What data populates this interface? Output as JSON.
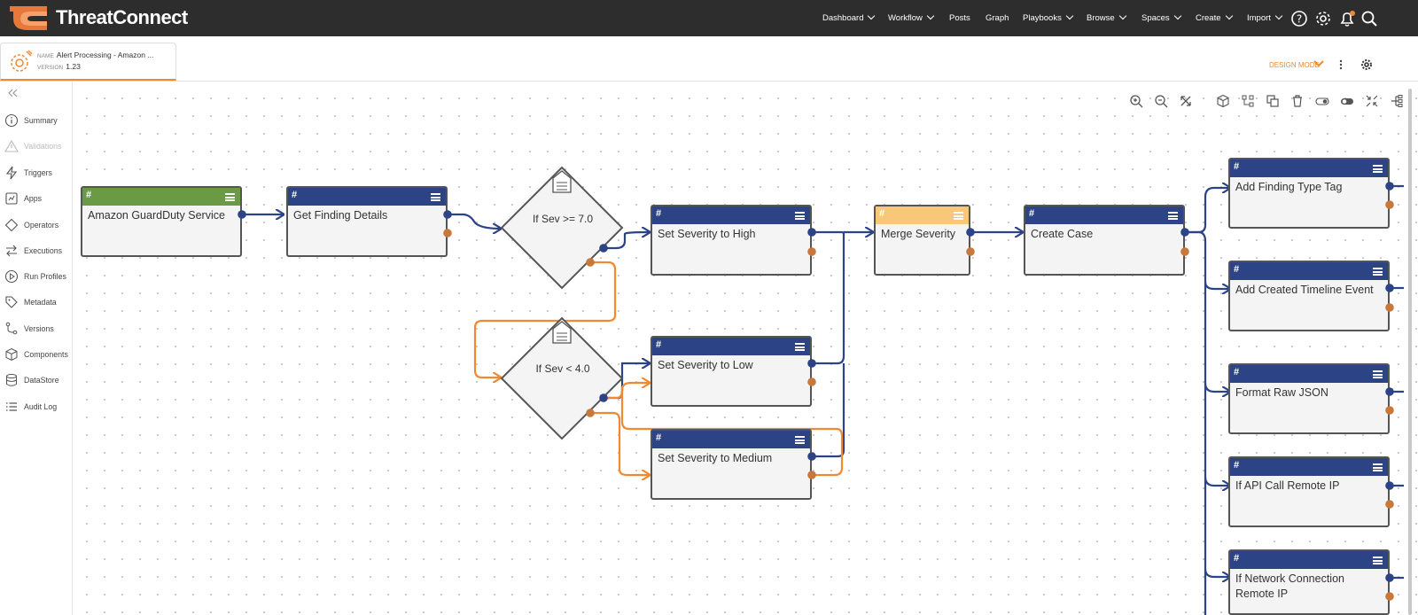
{
  "app": {
    "brand": "ThreatConnect"
  },
  "nav": {
    "items": [
      {
        "label": "Dashboard",
        "chevron": true
      },
      {
        "label": "Workflow",
        "chevron": true
      },
      {
        "label": "Posts",
        "chevron": false
      },
      {
        "label": "Graph",
        "chevron": false
      },
      {
        "label": "Playbooks",
        "chevron": true
      },
      {
        "label": "Browse",
        "chevron": true
      },
      {
        "label": "Spaces",
        "chevron": true
      },
      {
        "label": "Create",
        "chevron": true
      },
      {
        "label": "Import",
        "chevron": true
      }
    ],
    "icons": [
      "help-icon",
      "settings-icon",
      "notifications-icon",
      "search-icon"
    ]
  },
  "playbook": {
    "name_label": "NAME",
    "name": "Alert Processing - Amazon ...",
    "version_label": "VERSION",
    "version": "1.23",
    "mode": "DESIGN MODE"
  },
  "sidebar": {
    "items": [
      {
        "label": "Summary",
        "icon": "info-icon",
        "disabled": false
      },
      {
        "label": "Validations",
        "icon": "warning-icon",
        "disabled": true
      },
      {
        "label": "Triggers",
        "icon": "bolt-icon",
        "disabled": false
      },
      {
        "label": "Apps",
        "icon": "apps-icon",
        "disabled": false
      },
      {
        "label": "Operators",
        "icon": "diamond-icon",
        "disabled": false
      },
      {
        "label": "Executions",
        "icon": "executions-icon",
        "disabled": false
      },
      {
        "label": "Run Profiles",
        "icon": "play-circle-icon",
        "disabled": false
      },
      {
        "label": "Metadata",
        "icon": "tag-icon",
        "disabled": false
      },
      {
        "label": "Versions",
        "icon": "branch-icon",
        "disabled": false
      },
      {
        "label": "Components",
        "icon": "cube-icon",
        "disabled": false
      },
      {
        "label": "DataStore",
        "icon": "database-icon",
        "disabled": false
      },
      {
        "label": "Audit Log",
        "icon": "list-icon",
        "disabled": false
      }
    ]
  },
  "canvas_toolbar": [
    "zoom-in-icon",
    "zoom-out-icon",
    "fit-screen-icon",
    "component-icon",
    "connect-icon",
    "copy-icon",
    "delete-icon",
    "toggle-off-icon",
    "toggle-on-icon",
    "collapse-icon",
    "layout-icon"
  ],
  "colors": {
    "node_header": "#2c4385",
    "trigger_header": "#6b9a45",
    "operator_header": "#f7c87a",
    "success_path": "#2c4385",
    "fail_path": "#f08a32",
    "accent": "#f08a32"
  },
  "nodes": {
    "trigger": "Amazon GuardDuty Service",
    "get_finding": "Get Finding Details",
    "cond_high": "If Sev >= 7.0",
    "cond_low": "If Sev < 4.0",
    "set_high": "Set Severity to High",
    "set_low": "Set Severity to Low",
    "set_medium": "Set Severity to Medium",
    "merge": "Merge Severity",
    "create_case": "Create Case",
    "add_tag": "Add Finding Type Tag",
    "add_timeline": "Add Created Timeline Event",
    "format_json": "Format Raw JSON",
    "if_api": "If API Call Remote IP",
    "if_network": "If Network Connection Remote IP"
  },
  "node_glyph": "#"
}
